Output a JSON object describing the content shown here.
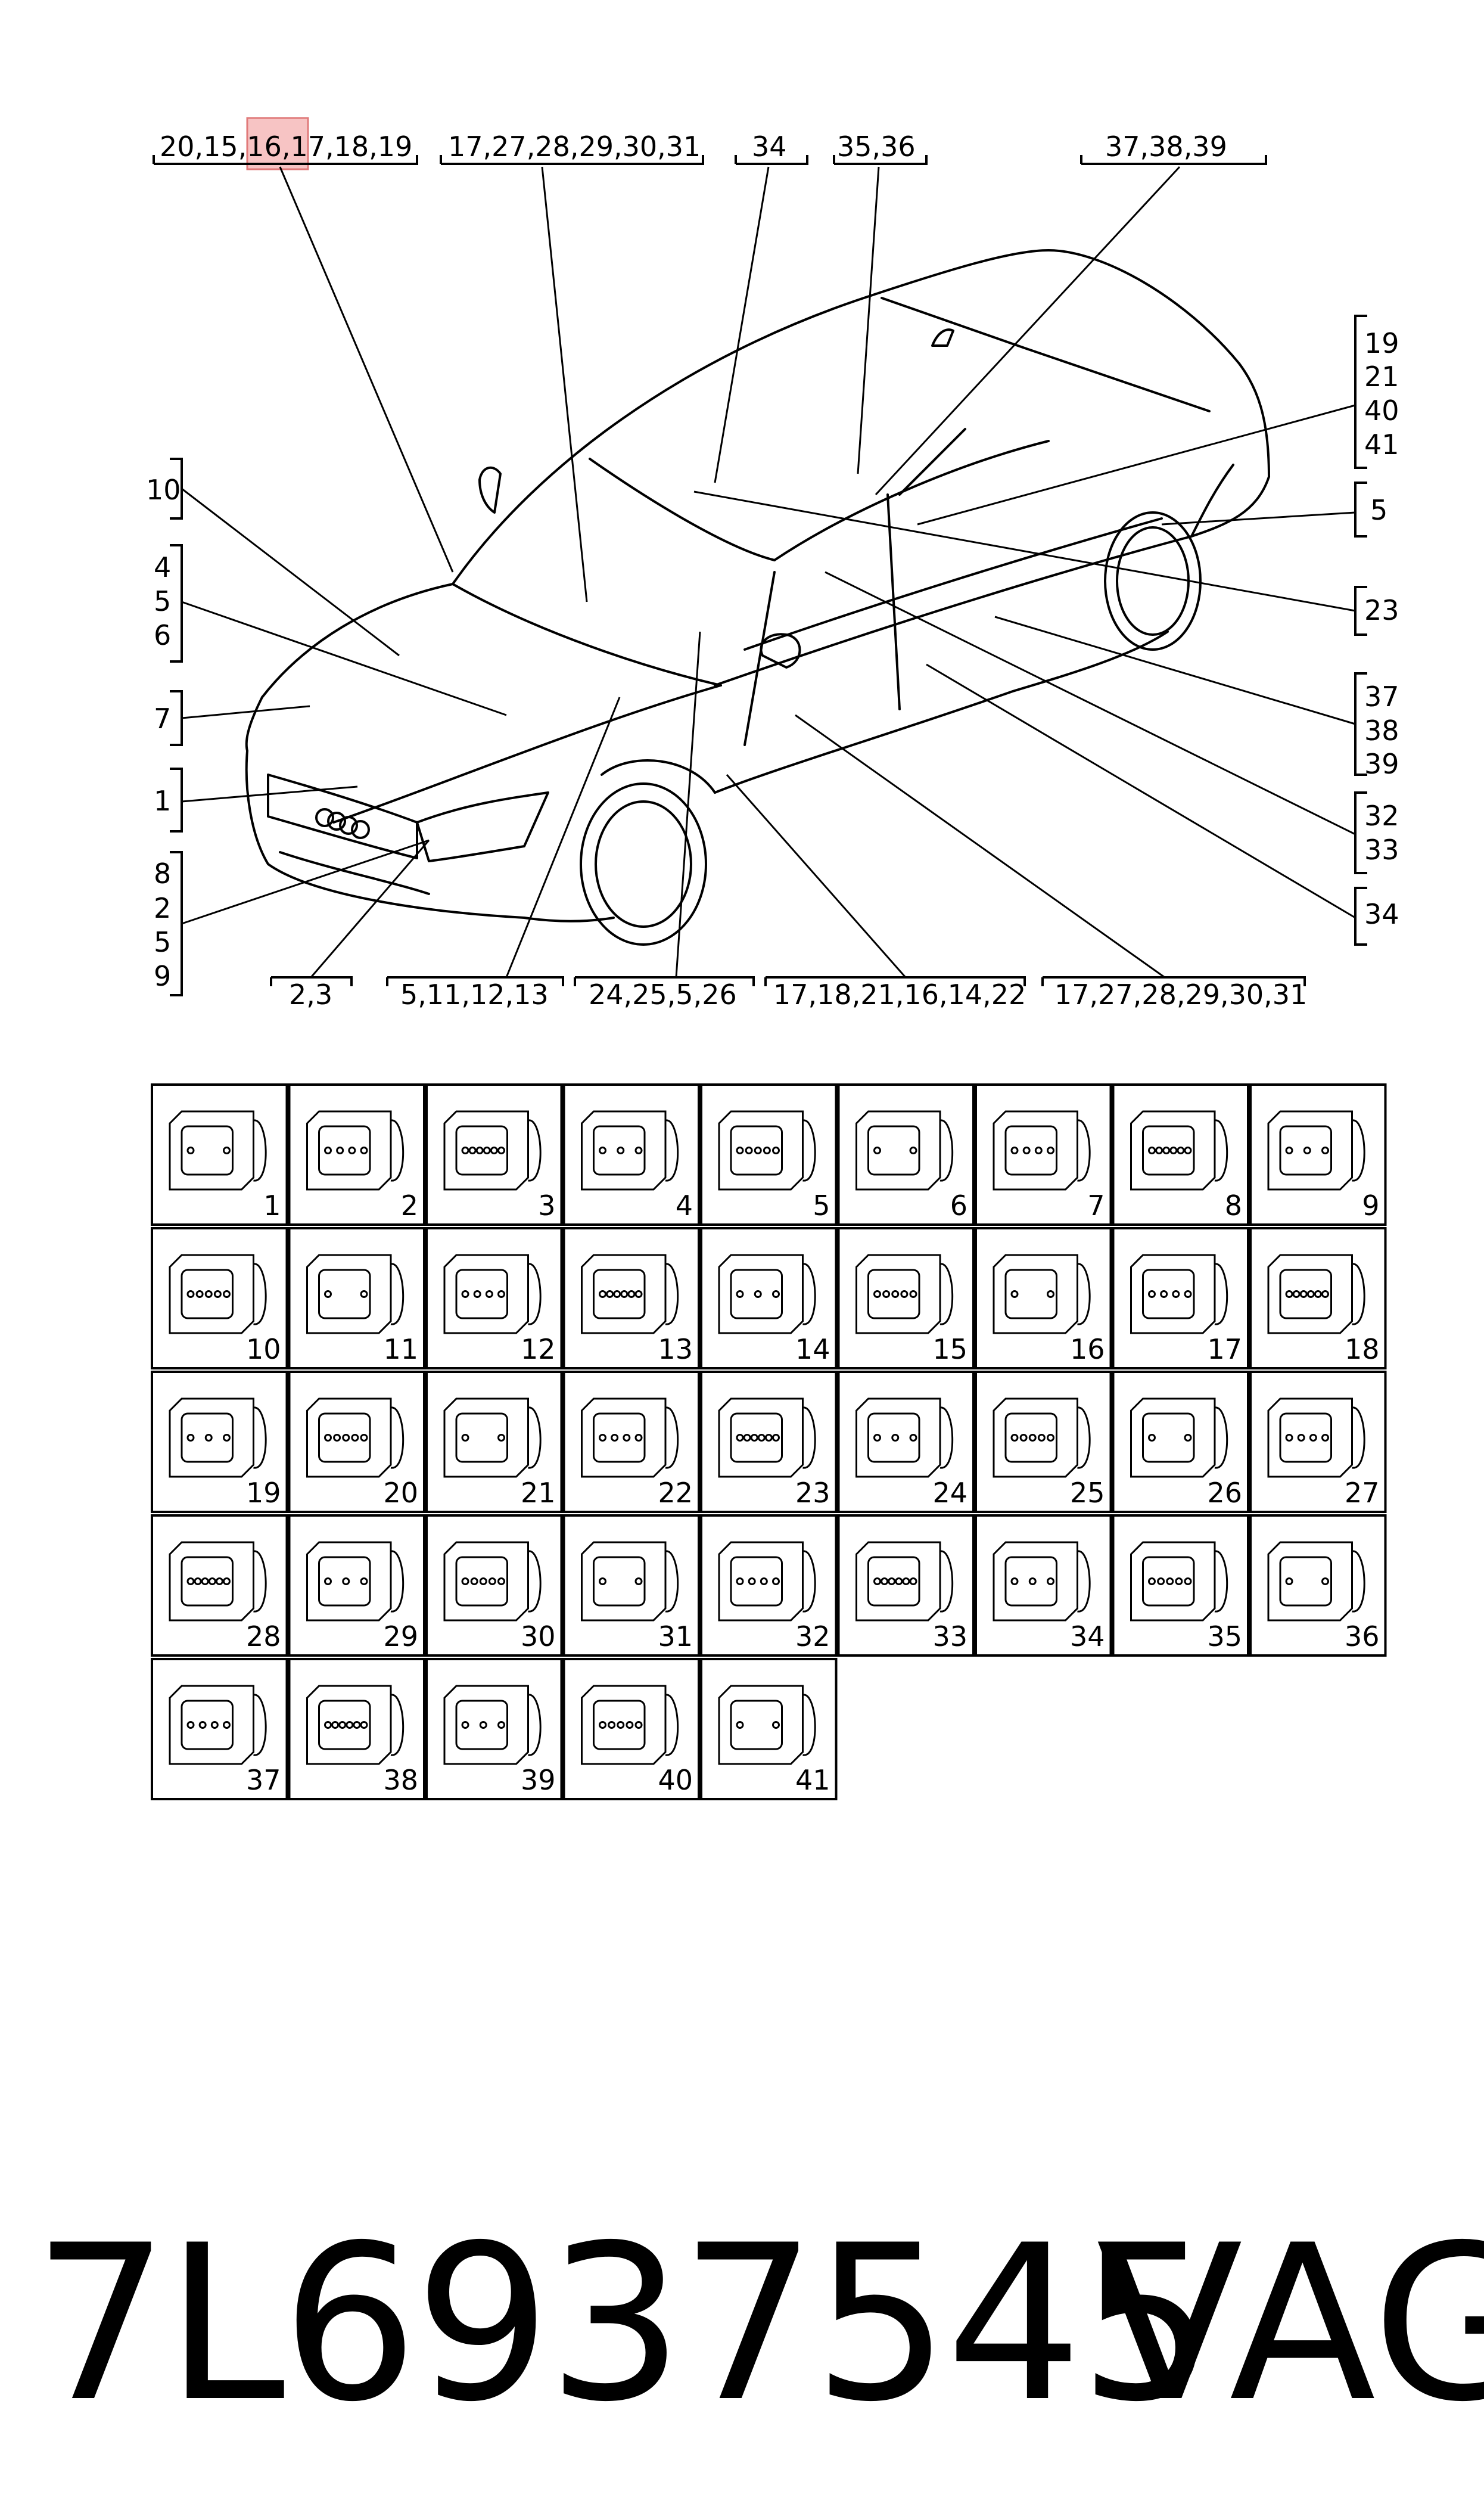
{
  "callouts_top": [
    "20,15,16,17,18,19",
    "17,27,28,29,30,31",
    "34",
    "35,36",
    "37,38,39"
  ],
  "callouts_left": [
    "10",
    "4",
    "5",
    "6",
    "7",
    "1",
    "8",
    "2",
    "5",
    "9"
  ],
  "callouts_right": [
    "19",
    "21",
    "40",
    "41",
    "5",
    "23",
    "37",
    "38",
    "39",
    "32",
    "33",
    "34"
  ],
  "callouts_bottom": [
    "2,3",
    "5,11,12,13",
    "24,25,5,26",
    "17,18,21,16,14,22",
    "17,27,28,29,30,31"
  ],
  "connectors": [
    "1",
    "2",
    "3",
    "4",
    "5",
    "6",
    "7",
    "8",
    "9",
    "10",
    "11",
    "12",
    "13",
    "14",
    "15",
    "16",
    "17",
    "18",
    "19",
    "20",
    "21",
    "22",
    "23",
    "24",
    "25",
    "26",
    "27",
    "28",
    "29",
    "30",
    "31",
    "32",
    "33",
    "34",
    "35",
    "36",
    "37",
    "38",
    "39",
    "40",
    "41"
  ],
  "highlight_color": "#f4a0a0",
  "part_number": "7L6937545",
  "brand": "VAG"
}
